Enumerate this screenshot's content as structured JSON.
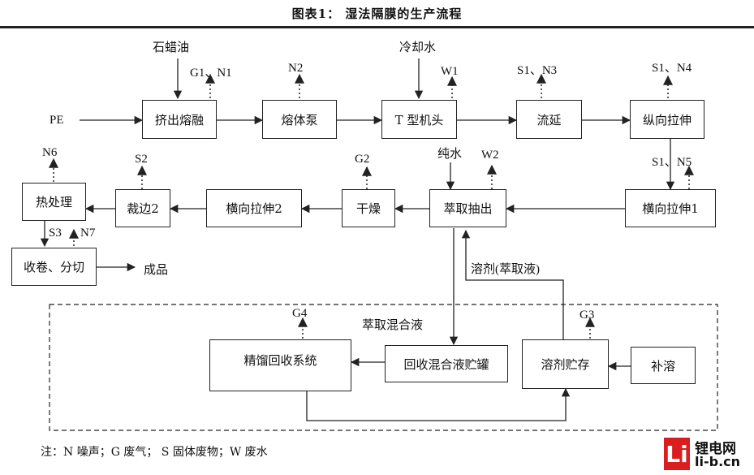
{
  "title": "图表1：  湿法隔膜的生产流程",
  "nodes": {
    "extrude": "挤出熔融",
    "melt_pump": "熔体泵",
    "t_die": "T 型机头",
    "casting": "流延",
    "md_stretch": "纵向拉伸",
    "td_stretch1": "横向拉伸1",
    "extract": "萃取抽出",
    "dry": "干燥",
    "td_stretch2": "横向拉伸2",
    "trim": "裁边2",
    "heat": "热处理",
    "wind_slit": "收卷、分切",
    "distill": "精馏回收系统",
    "mix_tank": "回收混合液贮罐",
    "solvent_store": "溶剂贮存",
    "makeup": "补溶"
  },
  "inputs": {
    "paraffin": "石蜡油",
    "pe": "PE",
    "cooling": "冷却水",
    "pure_water": "纯水",
    "product": "成品",
    "solvent_return": "溶剂(萃取液)",
    "mixture": "萃取混合液"
  },
  "emissions": {
    "extrude": "G1、N1",
    "melt_pump": "N2",
    "t_die": "W1",
    "casting": "S1、N3",
    "md_stretch": "S1、N4",
    "td_stretch1": "S1、N5",
    "extract": "W2",
    "dry": "G2",
    "trim": "S2",
    "heat": "N6",
    "wind_s3": "S3",
    "wind_n7": "N7",
    "distill": "G4",
    "solvent_store": "G3"
  },
  "legend": "注：N 噪声；G 废气；  S 固体废物；W 废水",
  "logo": {
    "mark": "Li",
    "cn": "锂电网",
    "en": "li-b.cn",
    "color": "#d81e1e"
  }
}
